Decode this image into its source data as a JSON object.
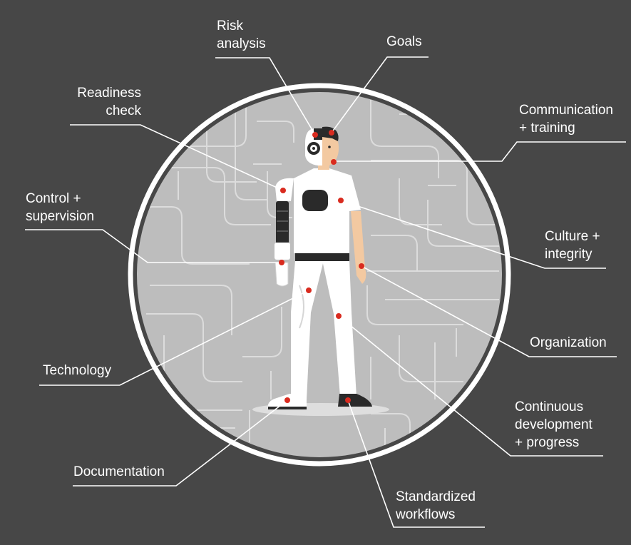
{
  "labels": {
    "risk_analysis": "Risk\nanalysis",
    "goals": "Goals",
    "readiness_check": "Readiness\ncheck",
    "communication_training": "Communication\n+ training",
    "control_supervision": "Control +\nsupervision",
    "culture_integrity": "Culture +\nintegrity",
    "organization": "Organization",
    "technology": "Technology",
    "continuous_development": "Continuous\ndevelopment\n+ progress",
    "documentation": "Documentation",
    "standardized_workflows": "Standardized\nworkflows"
  },
  "colors": {
    "background": "#474747",
    "circle_fill": "#bdbdbd",
    "ring": "#ffffff",
    "marker": "#d92b1f",
    "leader_line": "#ffffff",
    "figure_white": "#ffffff",
    "figure_dark": "#2a2a2a",
    "skin": "#f3c9a1"
  }
}
